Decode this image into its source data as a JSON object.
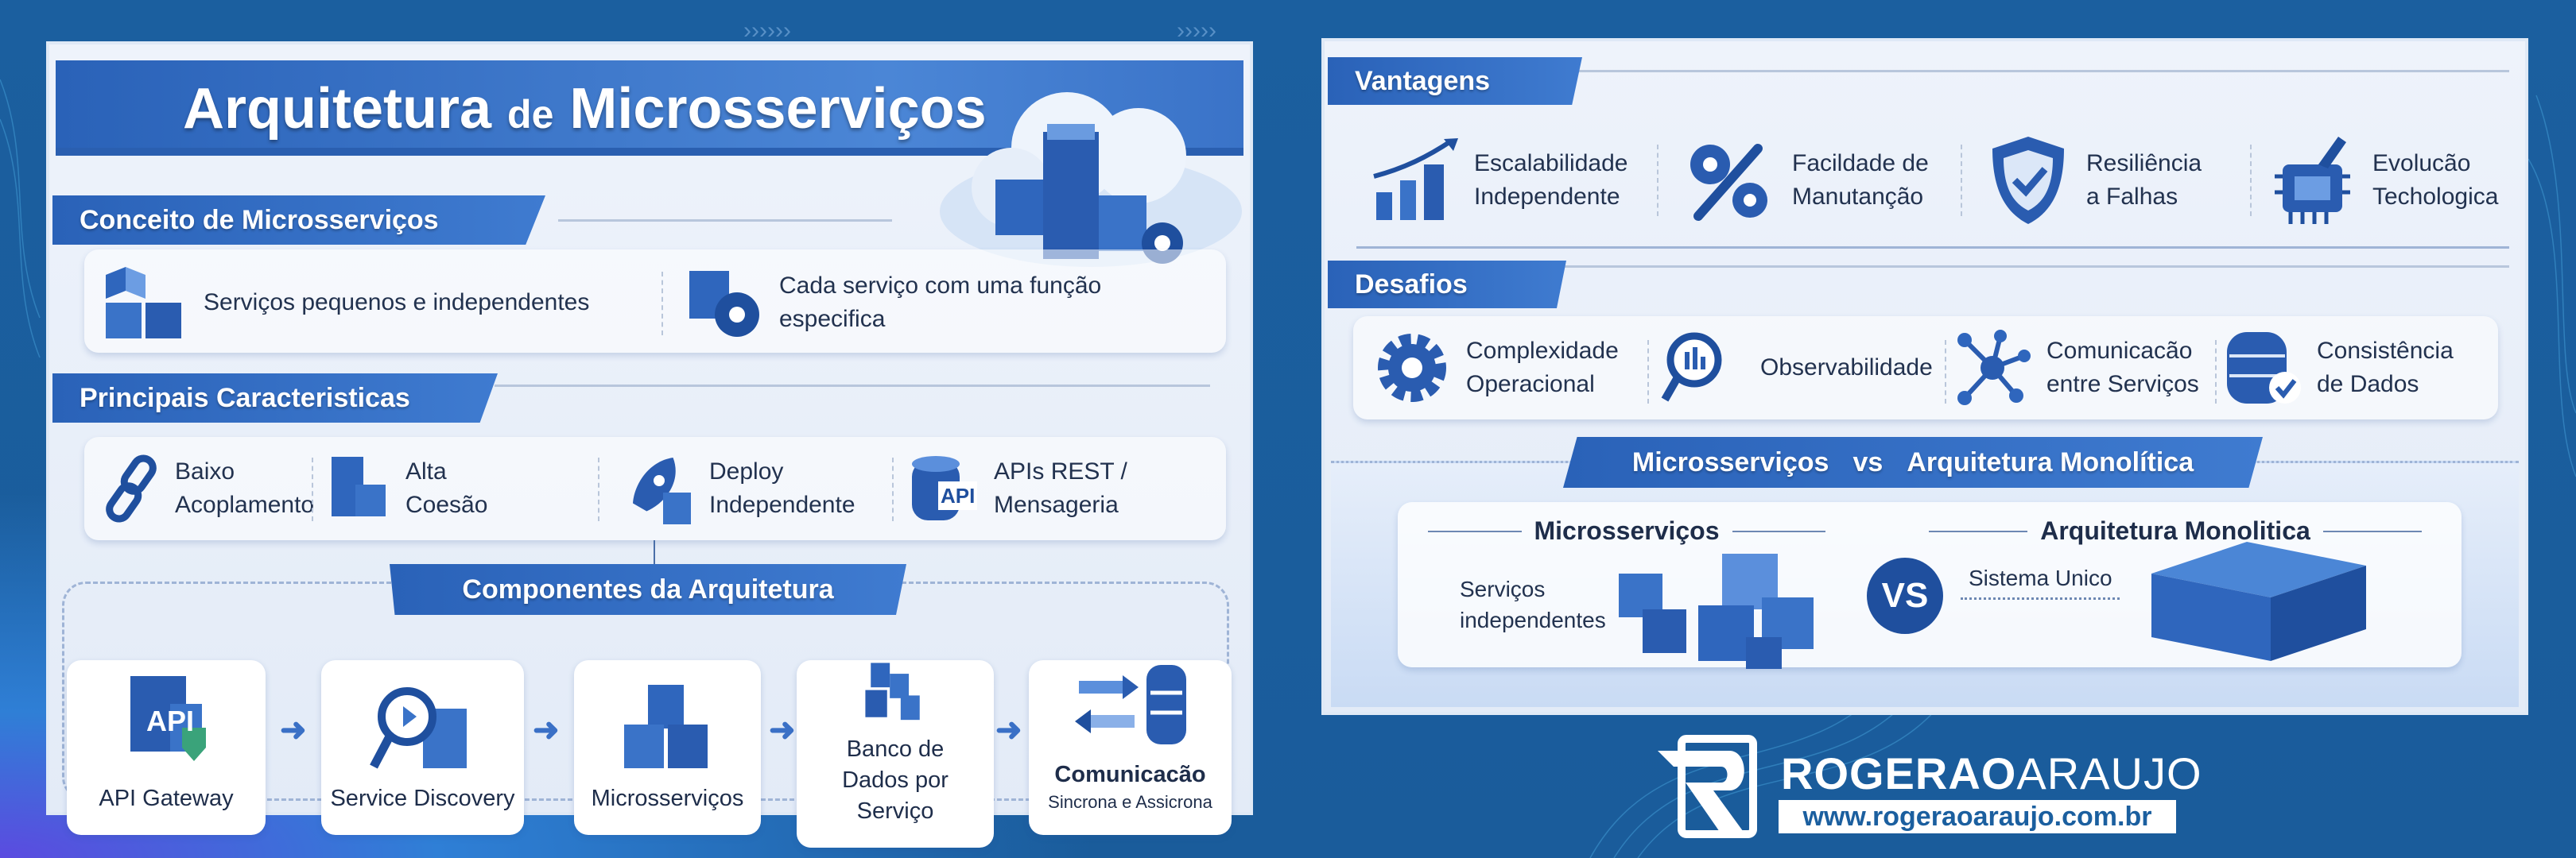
{
  "left": {
    "title_part1": "Arquitetura",
    "title_part2": "de",
    "title_part3": "Microsserviços",
    "concept": {
      "header": "Conceito de Microsserviços",
      "items": [
        {
          "icon": "cubes-icon",
          "text": "Serviços pequenos e independentes"
        },
        {
          "icon": "cube-gear-icon",
          "text": "Cada serviço com uma função especifica"
        }
      ]
    },
    "features": {
      "header": "Principais Caracteristicas",
      "items": [
        {
          "icon": "chain-link-icon",
          "text": "Baixo Acoplamento"
        },
        {
          "icon": "cubes-icon",
          "text": "Alta Coesão"
        },
        {
          "icon": "rocket-icon",
          "text": "Deploy Independente"
        },
        {
          "icon": "api-database-icon",
          "text": "APIs REST / Mensageria",
          "badge": "API"
        }
      ]
    },
    "components": {
      "header": "Componentes da Arquitetura",
      "items": [
        {
          "icon": "api-gateway-icon",
          "label": "API Gateway",
          "badge": "API"
        },
        {
          "icon": "search-server-icon",
          "label": "Service Discovery"
        },
        {
          "icon": "cubes-icon",
          "label": "Microsserviços"
        },
        {
          "icon": "cubes-icon",
          "label": "Banco de Dados por Serviço"
        },
        {
          "icon": "database-arrows-icon",
          "label": "Comunicacão",
          "sublabel": "Sincrona e Assicrona"
        }
      ]
    }
  },
  "right": {
    "advantages": {
      "header": "Vantagens",
      "items": [
        {
          "icon": "growth-chart-icon",
          "text": "Escalabilidade Independente"
        },
        {
          "icon": "wrench-gear-icon",
          "text": "Facildade de Manutanção"
        },
        {
          "icon": "shield-check-icon",
          "text": "Resiliência a Falhas"
        },
        {
          "icon": "chip-icon",
          "text": "Evolucão Techologica"
        }
      ]
    },
    "challenges": {
      "header": "Desafios",
      "items": [
        {
          "icon": "gear-icon",
          "text": "Complexidade Operacional"
        },
        {
          "icon": "magnifier-chart-icon",
          "text": "Observabilidade"
        },
        {
          "icon": "network-icon",
          "text": "Comunicacão entre Serviços"
        },
        {
          "icon": "database-check-icon",
          "text": "Consistência de Dados"
        }
      ]
    },
    "comparison": {
      "banner_left": "Microsserviços",
      "banner_vs": "vs",
      "banner_right": "Arquitetura Monolítica",
      "left_title": "Microsserviços",
      "left_text": "Serviços independentes",
      "vs_badge": "VS",
      "right_title": "Arquitetura Monolitica",
      "right_text": "Sistema Unico"
    }
  },
  "brand": {
    "name_bold": "ROGERAO",
    "name_light": "ARAUJO",
    "url": "www.rogeraoaraujo.com.br"
  },
  "colors": {
    "background": "#1b5f9f",
    "accent": "#2a62b8",
    "text": "#22324f"
  }
}
